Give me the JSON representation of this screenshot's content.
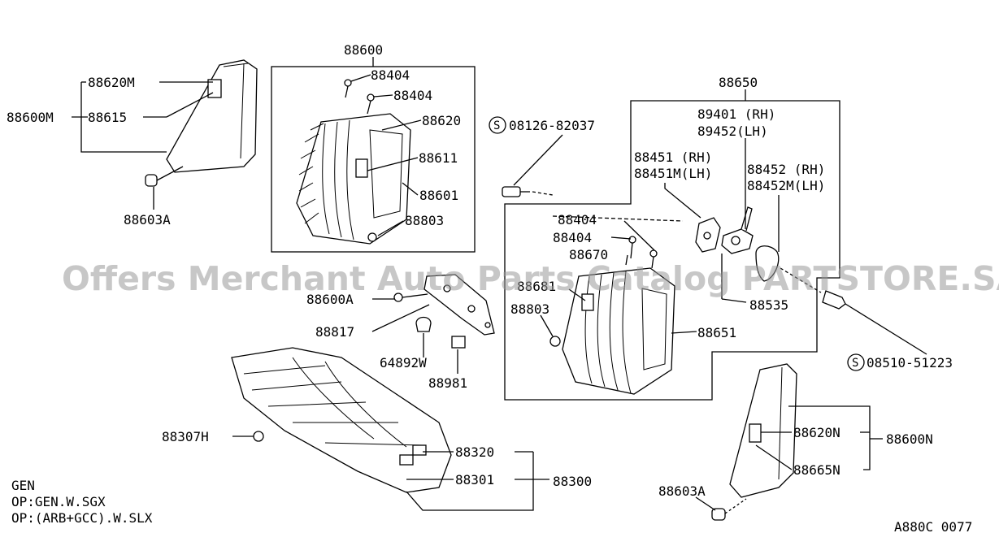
{
  "labels": {
    "l88600": "88600",
    "l88404a": "88404",
    "l88404b": "88404",
    "l88620": "88620",
    "l88611": "88611",
    "l88601": "88601",
    "l88803a": "88803",
    "l88620M": "88620M",
    "l88600M": "88600M",
    "l88615": "88615",
    "l88603Aa": "88603A",
    "l08126": "08126-82037",
    "l88650": "88650",
    "l89401": "89401 (RH)",
    "l89452": "89452(LH)",
    "l88451": "88451 (RH)",
    "l88451M": "88451M(LH)",
    "l88452": "88452 (RH)",
    "l88452M": "88452M(LH)",
    "l88404c": "88404",
    "l88404d": "88404",
    "l88670": "88670",
    "l88681": "88681",
    "l88803b": "88803",
    "l88535": "88535",
    "l88651": "88651",
    "l08510": "08510-51223",
    "l88600A": "88600A",
    "l88817": "88817",
    "l64892W": "64892W",
    "l88981": "88981",
    "l88307H": "88307H",
    "l88320": "88320",
    "l88301": "88301",
    "l88300": "88300",
    "l88620N": "88620N",
    "l88600N": "88600N",
    "l88665N": "88665N",
    "l88603Ab": "88603A"
  },
  "legend": {
    "line1": "GEN",
    "line2": "OP:GEN.W.SGX",
    "line3": "OP:(ARB+GCC).W.SLX"
  },
  "diagram_code": "A880C 0077",
  "watermark": "Offers Merchant Auto Parts Catalog PARTSTORE.SA",
  "screw_symbol": "S"
}
